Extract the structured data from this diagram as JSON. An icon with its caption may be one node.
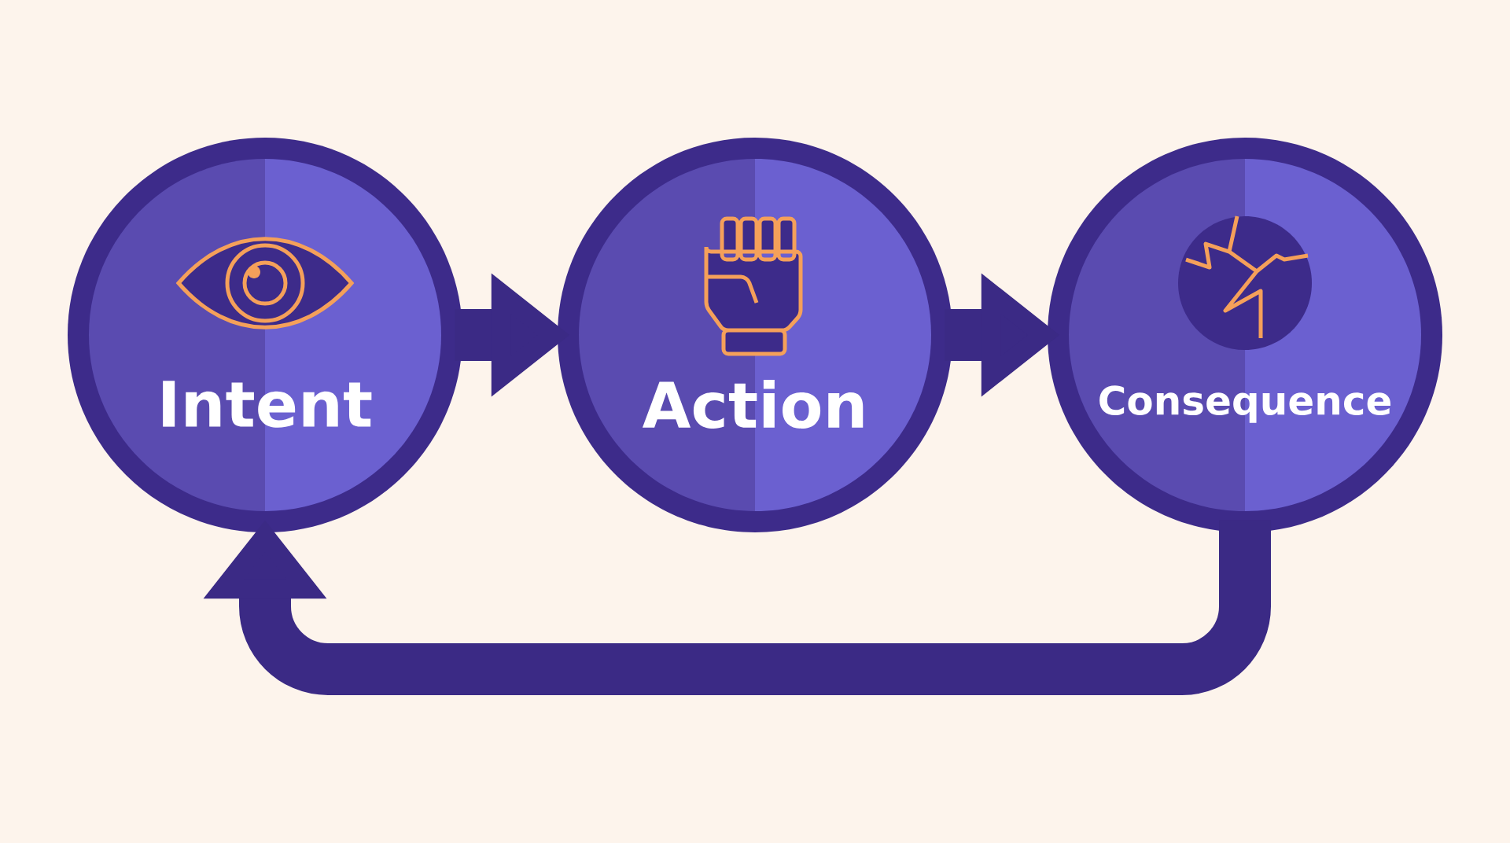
{
  "diagram": {
    "nodes": [
      {
        "text": [
          "Intent"
        ]
      },
      {
        "text": [
          "Action"
        ]
      },
      {
        "text": [
          "Consequence"
        ]
      }
    ],
    "edges": [
      {
        "from": 0,
        "to": 1,
        "arrow": "to"
      },
      {
        "from": 1,
        "to": 2,
        "arrow": "to"
      },
      {
        "from": 2,
        "to": 0,
        "arrow": "to"
      }
    ]
  }
}
